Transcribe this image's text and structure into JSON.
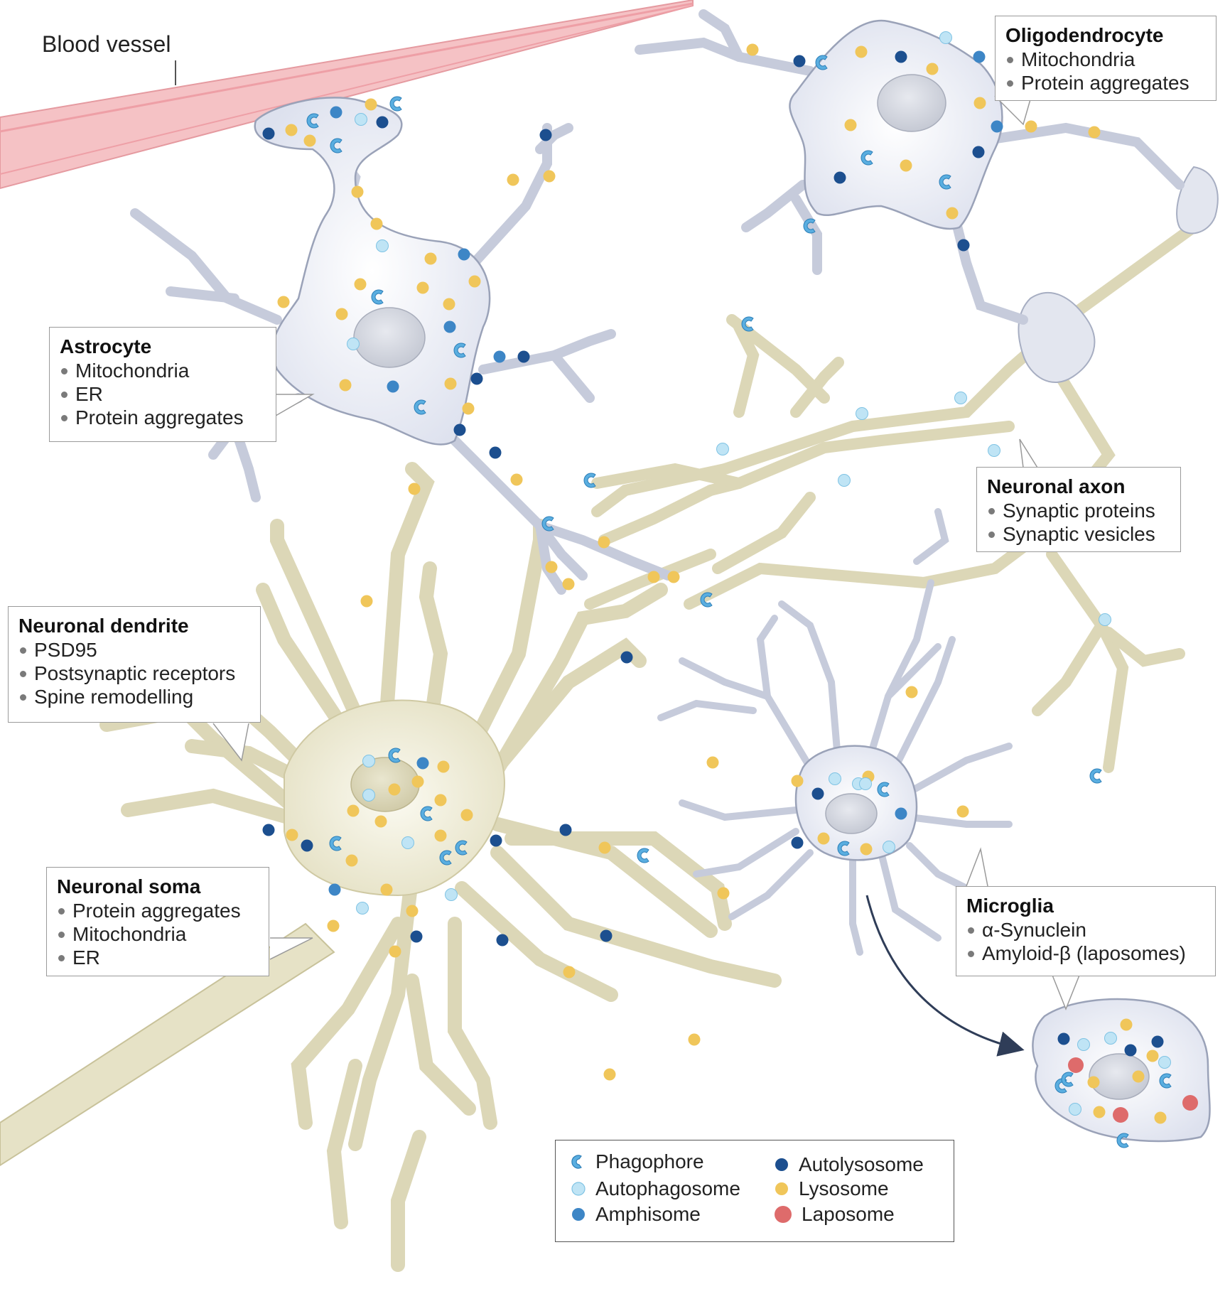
{
  "colors": {
    "glia_fill": "#e8ebf4",
    "glia_stroke": "#9aa2b8",
    "neuron_fill": "#e9e6cf",
    "neuron_stroke": "#c9c39c",
    "nucleus_glia": "#cdd1dc",
    "nucleus_neuron": "#d8d3b4",
    "vessel": "#f3b9bd",
    "phagophore": "#5aaee0",
    "autophagosome": "#bfe4f5",
    "amphisome": "#3d86c6",
    "autolysosome": "#1c4f8f",
    "lysosome": "#f0c65a",
    "laposome": "#de6b6b"
  },
  "blood_vessel": {
    "label": "Blood vessel"
  },
  "callouts": {
    "oligodendrocyte": {
      "title": "Oligodendrocyte",
      "items": [
        "Mitochondria",
        "Protein aggregates"
      ]
    },
    "astrocyte": {
      "title": "Astrocyte",
      "items": [
        "Mitochondria",
        "ER",
        "Protein aggregates"
      ]
    },
    "axon": {
      "title": "Neuronal axon",
      "items": [
        "Synaptic proteins",
        "Synaptic vesicles"
      ]
    },
    "dendrite": {
      "title": "Neuronal dendrite",
      "items": [
        "PSD95",
        "Postsynaptic receptors",
        "Spine remodelling"
      ]
    },
    "soma": {
      "title": "Neuronal soma",
      "items": [
        "Protein aggregates",
        "Mitochondria",
        "ER"
      ]
    },
    "microglia": {
      "title": "Microglia",
      "items": [
        "α-Synuclein",
        "Amyloid-β (laposomes)"
      ]
    }
  },
  "legend": {
    "items": [
      {
        "label": "Phagophore",
        "icon": "phagophore-icon"
      },
      {
        "label": "Autolysosome",
        "icon": "autolysosome-icon"
      },
      {
        "label": "Autophagosome",
        "icon": "autophagosome-icon"
      },
      {
        "label": "Lysosome",
        "icon": "lysosome-icon"
      },
      {
        "label": "Amphisome",
        "icon": "amphisome-icon"
      },
      {
        "label": "Laposome",
        "icon": "laposome-icon"
      }
    ]
  }
}
